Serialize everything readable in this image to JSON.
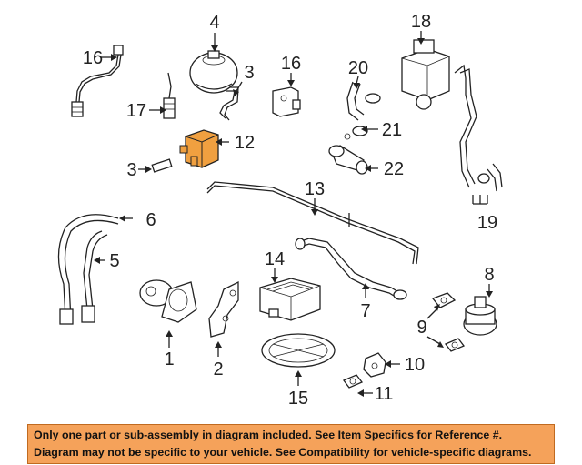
{
  "callouts": [
    "1",
    "2",
    "3",
    "3",
    "4",
    "5",
    "6",
    "7",
    "8",
    "9",
    "10",
    "11",
    "12",
    "13",
    "14",
    "15",
    "16",
    "16",
    "17",
    "18",
    "19",
    "20",
    "21",
    "22"
  ],
  "colors": {
    "highlight": "#f0a040",
    "notice_bg": "#f5a25a"
  },
  "notice": {
    "line1": "Only one part or sub-assembly in diagram included. See Item Specifics for Reference #.",
    "line2": "Diagram may not be specific to your vehicle. See Compatibility for vehicle-specific diagrams."
  }
}
